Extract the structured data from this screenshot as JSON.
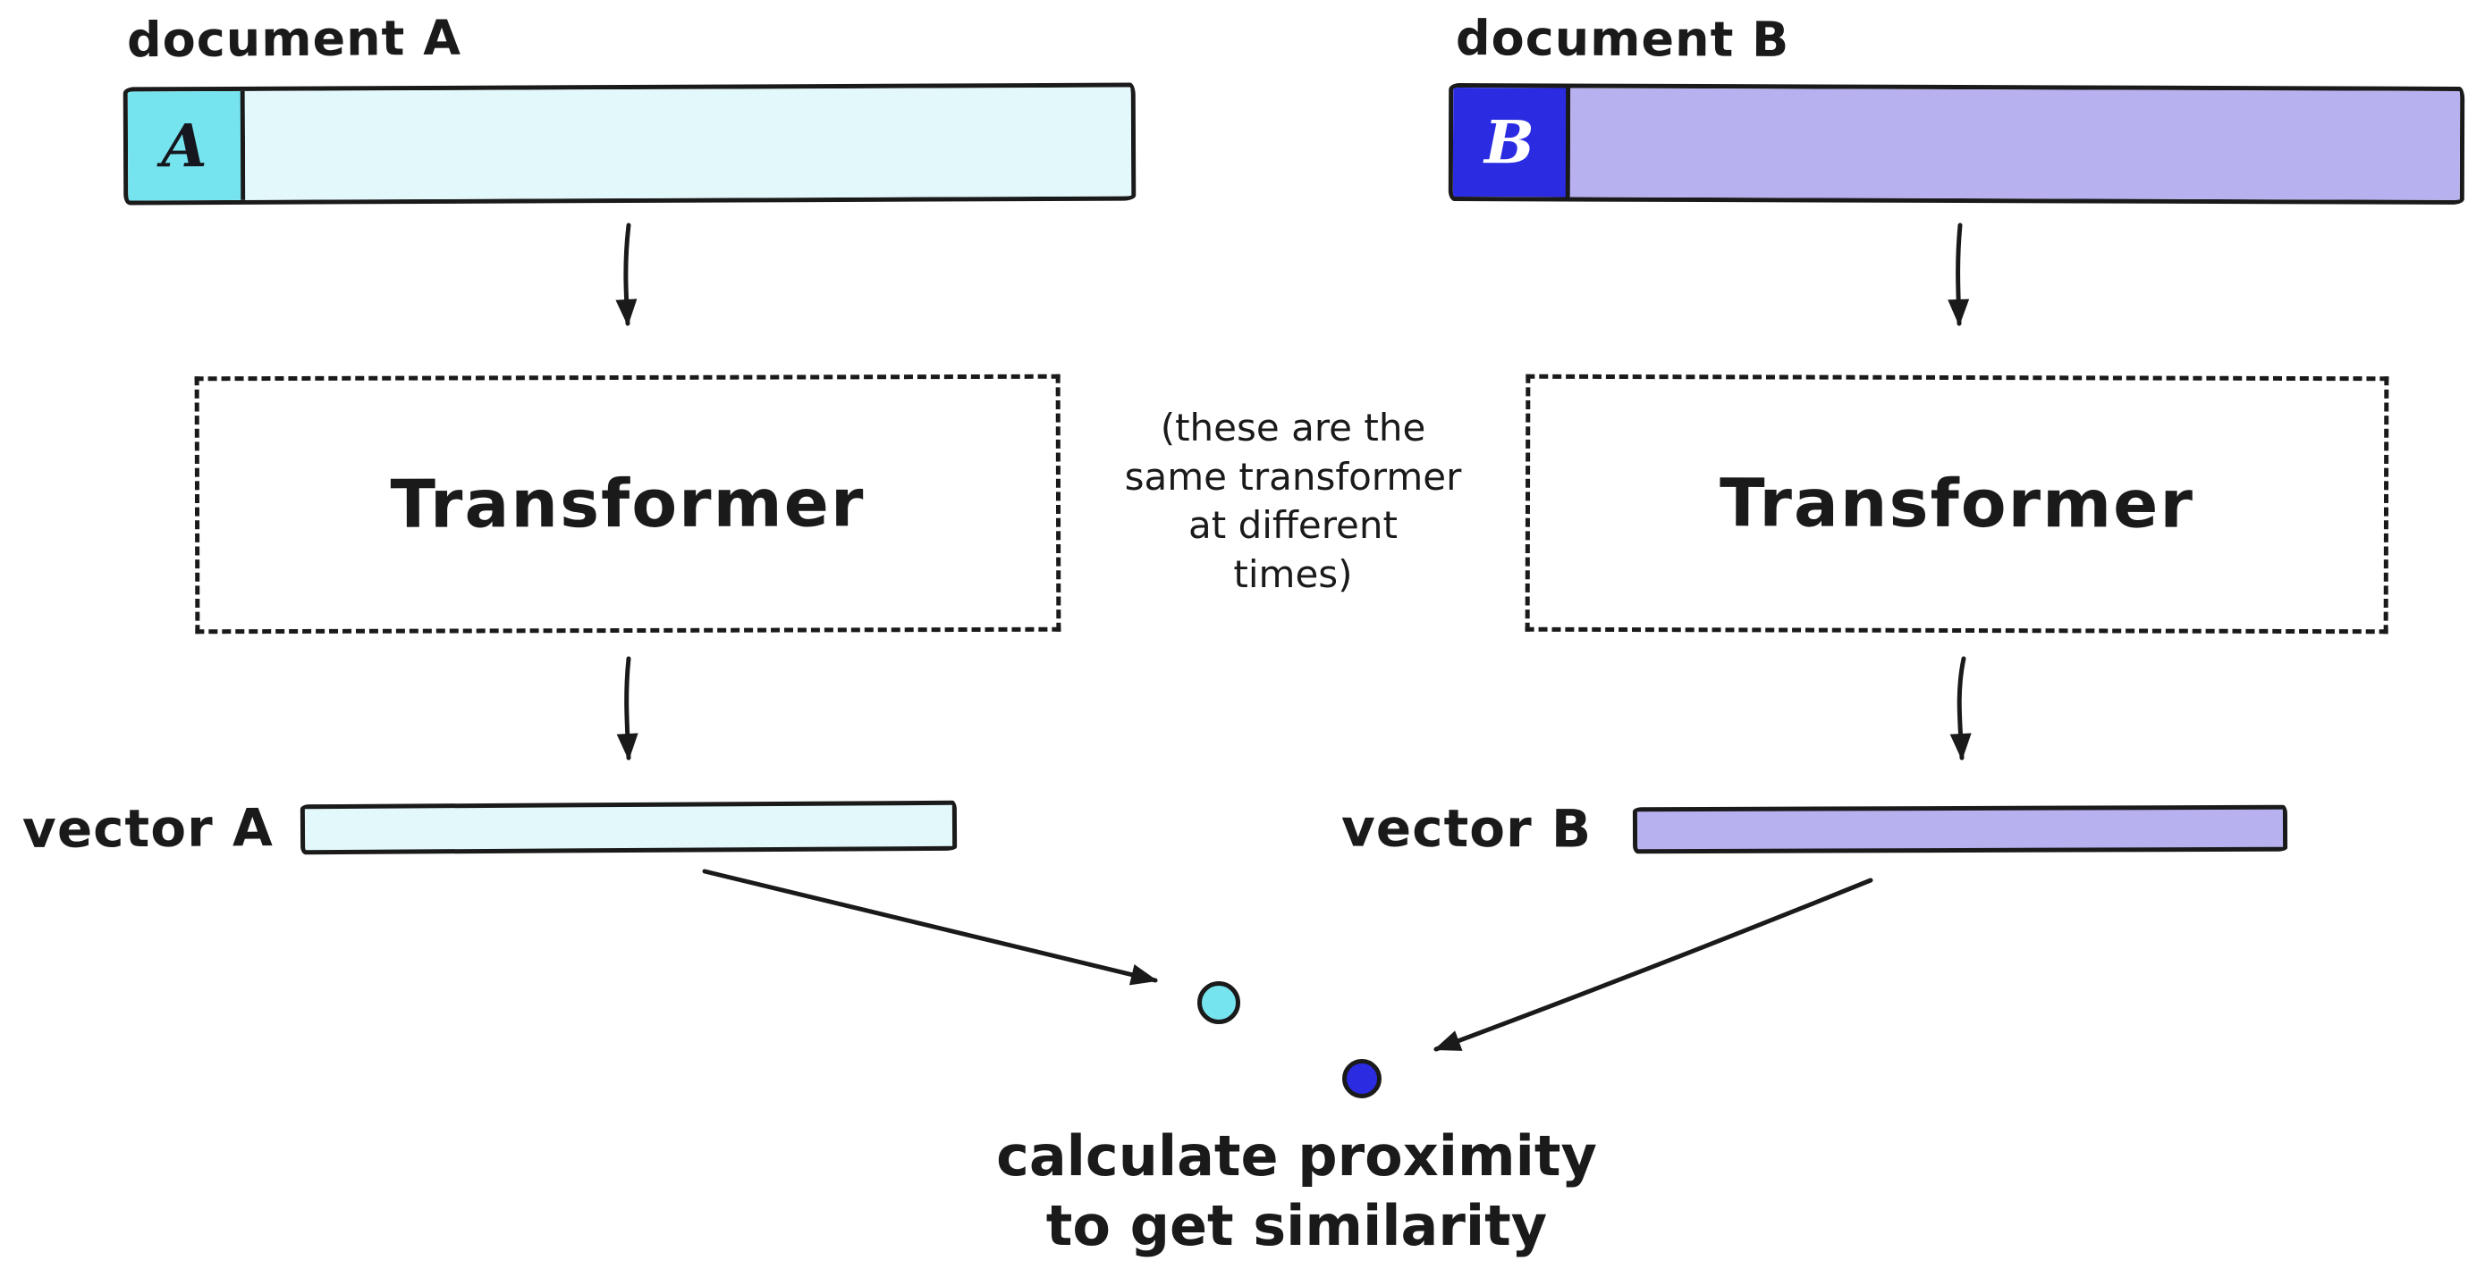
{
  "canvas": {
    "background": "#ffffff",
    "stroke_color": "#1a1a1a"
  },
  "documents": {
    "a": {
      "label": "document A",
      "letter": "A",
      "letter_color": "#16161e",
      "block_color": "#76e4ef",
      "body_color": "#e2f8fb"
    },
    "b": {
      "label": "document B",
      "letter": "B",
      "letter_color": "#ffffff",
      "block_color": "#2b2be2",
      "body_color": "#b7b1f0"
    }
  },
  "transformers": {
    "left": {
      "label": "Transformer"
    },
    "right": {
      "label": "Transformer"
    },
    "note_lines": [
      "(these are the",
      "same transformer",
      "at different",
      "times)"
    ]
  },
  "vectors": {
    "a": {
      "label": "vector A",
      "color": "#e2f8fb"
    },
    "b": {
      "label": "vector B",
      "color": "#b7b1f0"
    }
  },
  "similarity": {
    "dot_a_color": "#76e4ef",
    "dot_b_color": "#2b2be2",
    "caption_lines": [
      "calculate proximity",
      "to get similarity"
    ]
  }
}
